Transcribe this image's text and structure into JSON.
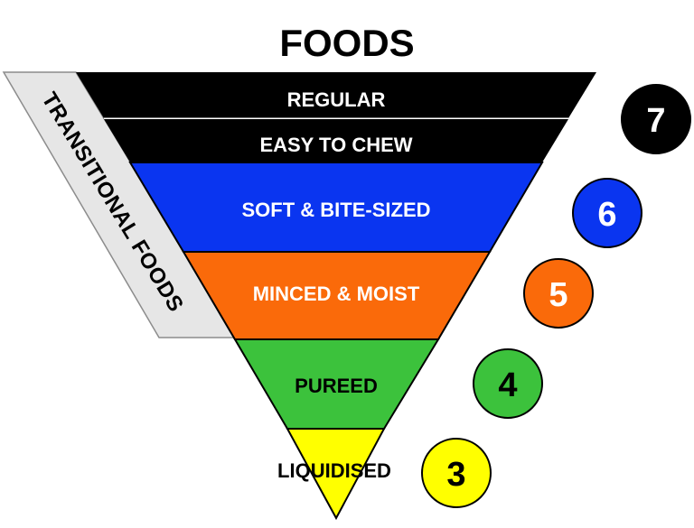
{
  "title": "FOODS",
  "side_label": "TRANSITIONAL FOODS",
  "colors": {
    "black": "#000000",
    "blue": "#0a35f0",
    "orange": "#fa6a0a",
    "green": "#3cc23c",
    "yellow": "#ffff00",
    "side_band": "#e6e6e6"
  },
  "tiers": [
    {
      "label": "REGULAR",
      "level": "7",
      "color": "#000000",
      "text_color": "#ffffff"
    },
    {
      "label": "EASY TO CHEW",
      "level": "7",
      "color": "#000000",
      "text_color": "#ffffff"
    },
    {
      "label": "SOFT & BITE-SIZED",
      "level": "6",
      "color": "#0a35f0",
      "text_color": "#ffffff"
    },
    {
      "label": "MINCED & MOIST",
      "level": "5",
      "color": "#fa6a0a",
      "text_color": "#ffffff"
    },
    {
      "label": "PUREED",
      "level": "4",
      "color": "#3cc23c",
      "text_color": "#000000"
    },
    {
      "label": "LIQUIDISED",
      "level": "3",
      "color": "#ffff00",
      "text_color": "#000000"
    }
  ],
  "levels": [
    {
      "number": "7",
      "fill": "#000000",
      "text_color": "#ffffff"
    },
    {
      "number": "6",
      "fill": "#0a35f0",
      "text_color": "#ffffff"
    },
    {
      "number": "5",
      "fill": "#fa6a0a",
      "text_color": "#ffffff"
    },
    {
      "number": "4",
      "fill": "#3cc23c",
      "text_color": "#000000"
    },
    {
      "number": "3",
      "fill": "#ffff00",
      "text_color": "#000000"
    }
  ]
}
